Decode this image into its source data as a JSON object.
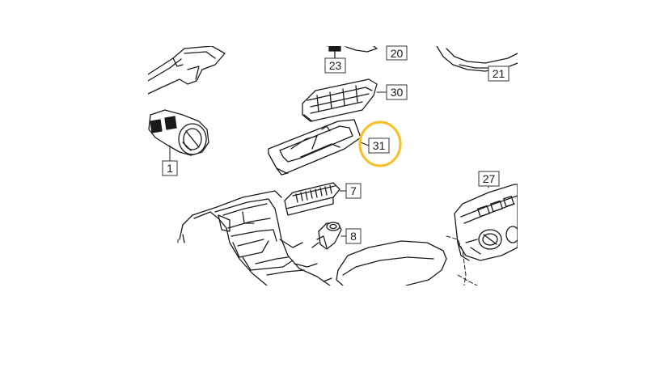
{
  "diagram": {
    "callouts": [
      {
        "id": "c1",
        "label": "1"
      },
      {
        "id": "c7",
        "label": "7"
      },
      {
        "id": "c8",
        "label": "8"
      },
      {
        "id": "c20",
        "label": "20"
      },
      {
        "id": "c21",
        "label": "21"
      },
      {
        "id": "c23",
        "label": "23"
      },
      {
        "id": "c27",
        "label": "27"
      },
      {
        "id": "c30",
        "label": "30"
      },
      {
        "id": "c31",
        "label": "31"
      }
    ],
    "highlight": {
      "target": "31",
      "color": "#F5C12E"
    },
    "colors": {
      "ink": "#1a1a1a",
      "box_border": "#333333",
      "background": "#ffffff"
    }
  }
}
